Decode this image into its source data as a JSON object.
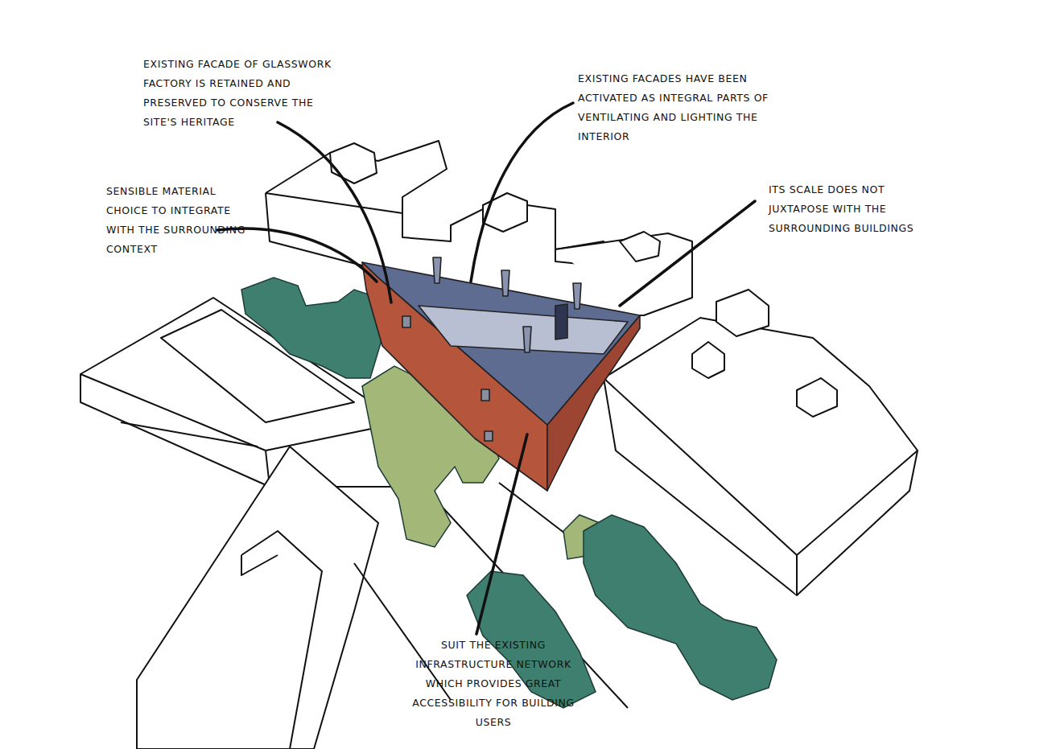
{
  "diagram": {
    "labels": [
      "EXISTING FACADE OF GLASSWORK FACTORY IS RETAINED AND PRESERVED TO CONSERVE THE SITE'S HERITAGE",
      "EXISTING FACADES HAVE BEEN ACTIVATED AS INTEGRAL PARTS OF VENTILATING AND LIGHTING THE INTERIOR",
      "SENSIBLE MATERIAL CHOICE TO INTEGRATE WITH THE SURROUNDING CONTEXT",
      "ITS SCALE DOES NOT JUXTAPOSE WITH THE SURROUNDING BUILDINGS",
      "SUIT THE EXISTING INFRASTRUCTURE NETWORK WHICH PROVIDES GREAT ACCESSIBILITY FOR BUILDING USERS"
    ]
  }
}
